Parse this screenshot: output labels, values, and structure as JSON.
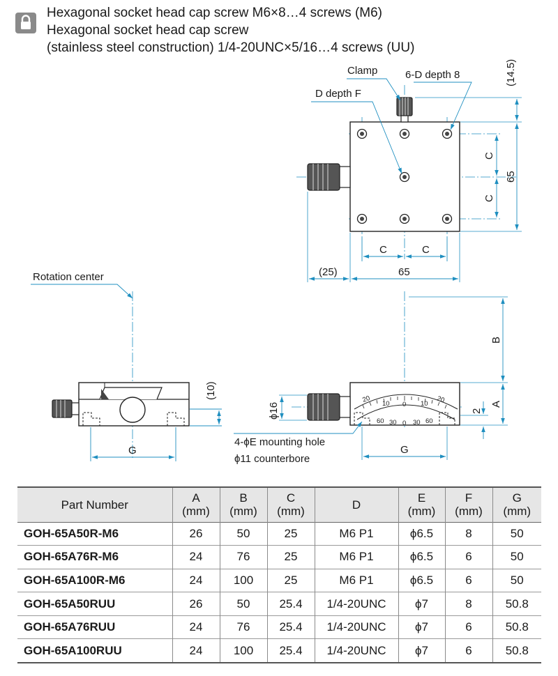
{
  "header": {
    "lines": [
      "Hexagonal socket head cap screw M6×8…4 screws (M6)",
      "Hexagonal socket head cap screw",
      "(stainless steel construction) 1/4-20UNC×5/16…4 screws (UU)"
    ]
  },
  "colors": {
    "dimension": "#1f8fc0",
    "outline": "#222222",
    "header_fill": "#e6e6e6",
    "icon_fill": "#8a8a8a"
  },
  "icons": {
    "header": "lock-icon"
  },
  "drawing": {
    "top_view": {
      "clamp": "Clamp",
      "holes_6d": "6-D depth 8",
      "hole_d": "D depth F",
      "dim_14_5": "(14.5)",
      "dim_c": "C",
      "dim_65_v": "65",
      "dim_25": "(25)",
      "dim_65_h": "65"
    },
    "left_view": {
      "rotation_center": "Rotation center",
      "dim_10": "(10)",
      "dim_g": "G"
    },
    "right_view": {
      "dim_b": "B",
      "dim_a": "A",
      "dim_2": "2",
      "dim_phi16": "ϕ16",
      "mounting_hole": "4-ϕE mounting hole",
      "counterbore": "ϕ11 counterbore",
      "dim_g": "G",
      "scale_labels": [
        "20",
        "10",
        "0",
        "10",
        "20",
        "60",
        "30",
        "0",
        "30",
        "60"
      ]
    }
  },
  "table": {
    "headers": [
      [
        "Part Number"
      ],
      [
        "A",
        "(mm)"
      ],
      [
        "B",
        "(mm)"
      ],
      [
        "C",
        "(mm)"
      ],
      [
        "D"
      ],
      [
        "E",
        "(mm)"
      ],
      [
        "F",
        "(mm)"
      ],
      [
        "G",
        "(mm)"
      ]
    ],
    "rows": [
      [
        "GOH-65A50R-M6",
        "26",
        "50",
        "25",
        "M6 P1",
        "ϕ6.5",
        "8",
        "50"
      ],
      [
        "GOH-65A76R-M6",
        "24",
        "76",
        "25",
        "M6 P1",
        "ϕ6.5",
        "6",
        "50"
      ],
      [
        "GOH-65A100R-M6",
        "24",
        "100",
        "25",
        "M6 P1",
        "ϕ6.5",
        "6",
        "50"
      ],
      [
        "GOH-65A50RUU",
        "26",
        "50",
        "25.4",
        "1/4-20UNC",
        "ϕ7",
        "8",
        "50.8"
      ],
      [
        "GOH-65A76RUU",
        "24",
        "76",
        "25.4",
        "1/4-20UNC",
        "ϕ7",
        "6",
        "50.8"
      ],
      [
        "GOH-65A100RUU",
        "24",
        "100",
        "25.4",
        "1/4-20UNC",
        "ϕ7",
        "6",
        "50.8"
      ]
    ]
  }
}
